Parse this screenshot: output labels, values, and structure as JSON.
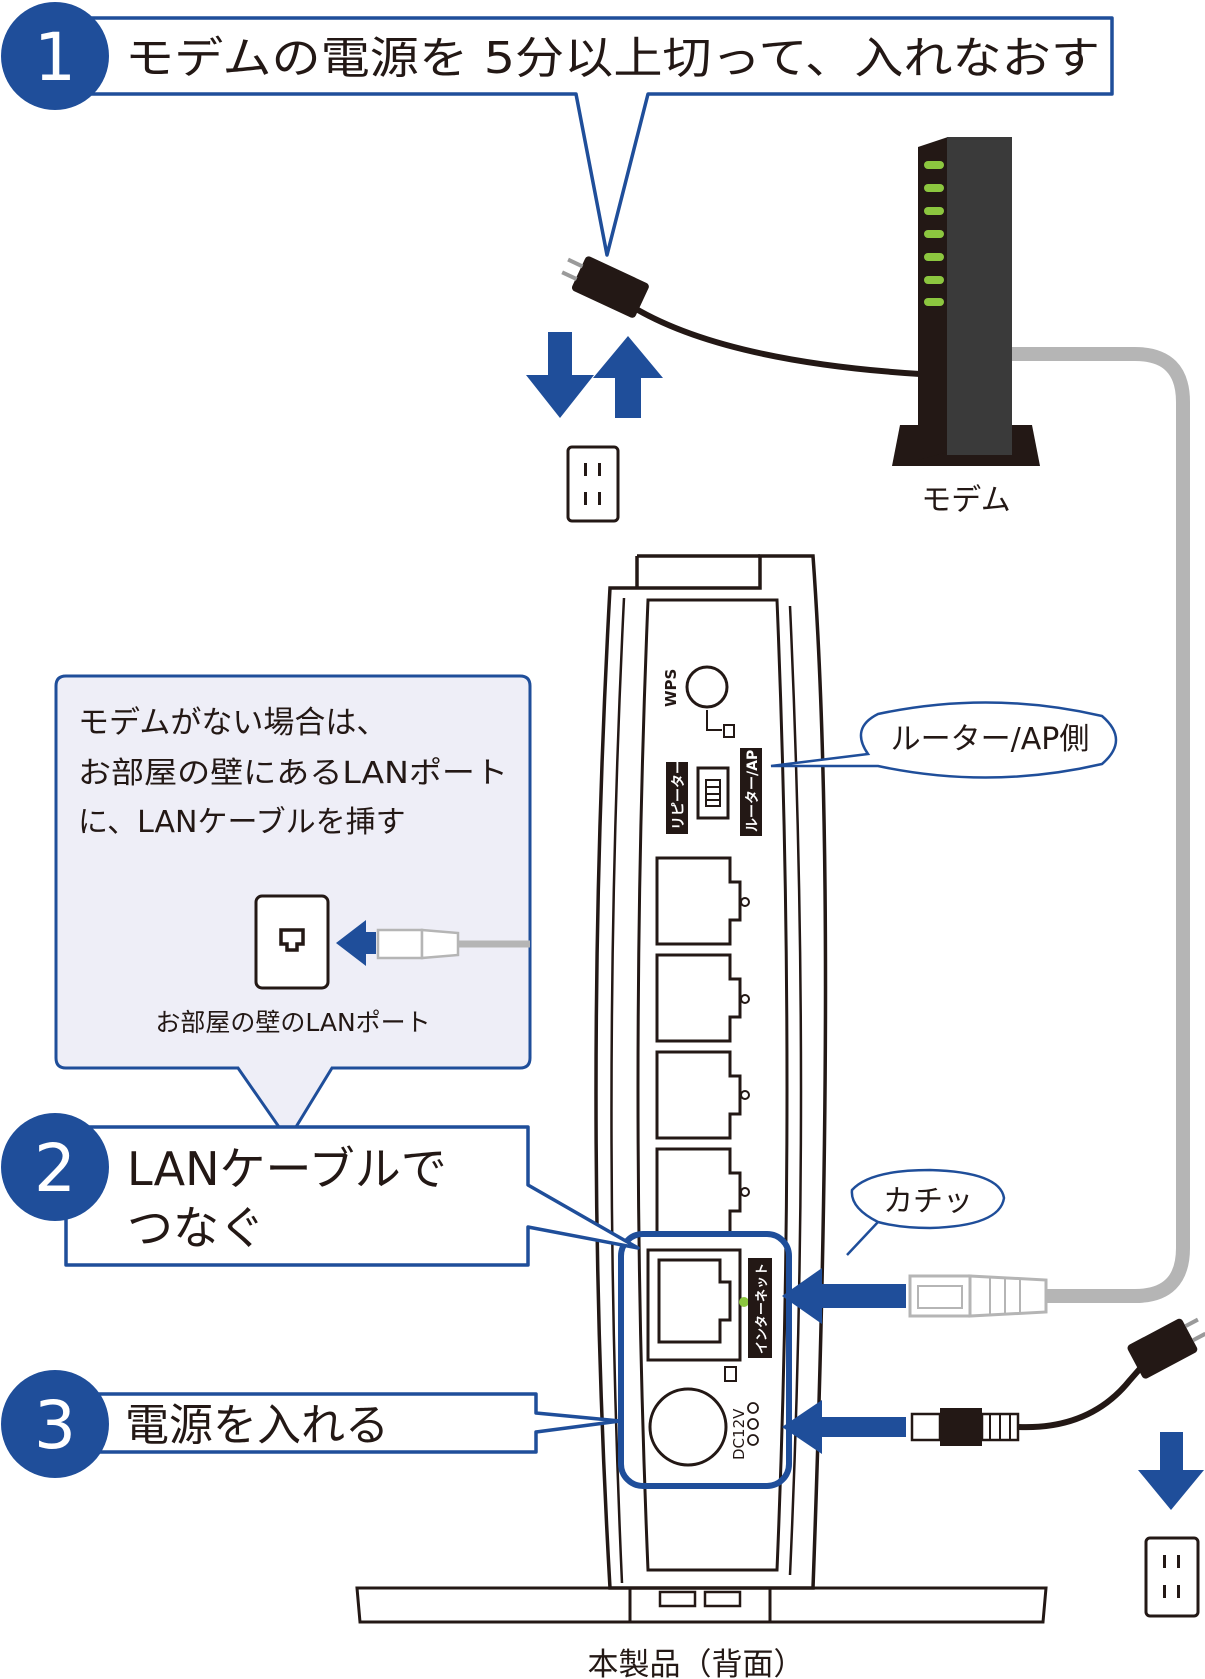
{
  "steps": [
    {
      "number": "1",
      "text": "モデムの電源を 5分以上切って、入れなおす"
    },
    {
      "number": "2",
      "line1": "LANケーブルで",
      "line2": "つなぐ"
    },
    {
      "number": "3",
      "text": "電源を入れる"
    }
  ],
  "note": {
    "line1": "モデムがない場合は、",
    "line2": "お部屋の壁にあるLANポート",
    "line3": "に、LANケーブルを挿す",
    "port_caption": "お部屋の壁のLANポート"
  },
  "labels": {
    "modem": "モデム",
    "product": "本製品（背面）",
    "router_ap": "ルーター/AP側",
    "click": "カチッ"
  },
  "device": {
    "wps": "WPS",
    "repeater": "リピーター",
    "router_ap_mark": "ルーター/AP",
    "internet": "インターネット",
    "dc": "DC12V"
  },
  "colors": {
    "accent": "#1f4e9a",
    "modem_led": "#8cc63f",
    "cable_gray": "#b5b5b5",
    "note_bg": "#eeeef7"
  }
}
